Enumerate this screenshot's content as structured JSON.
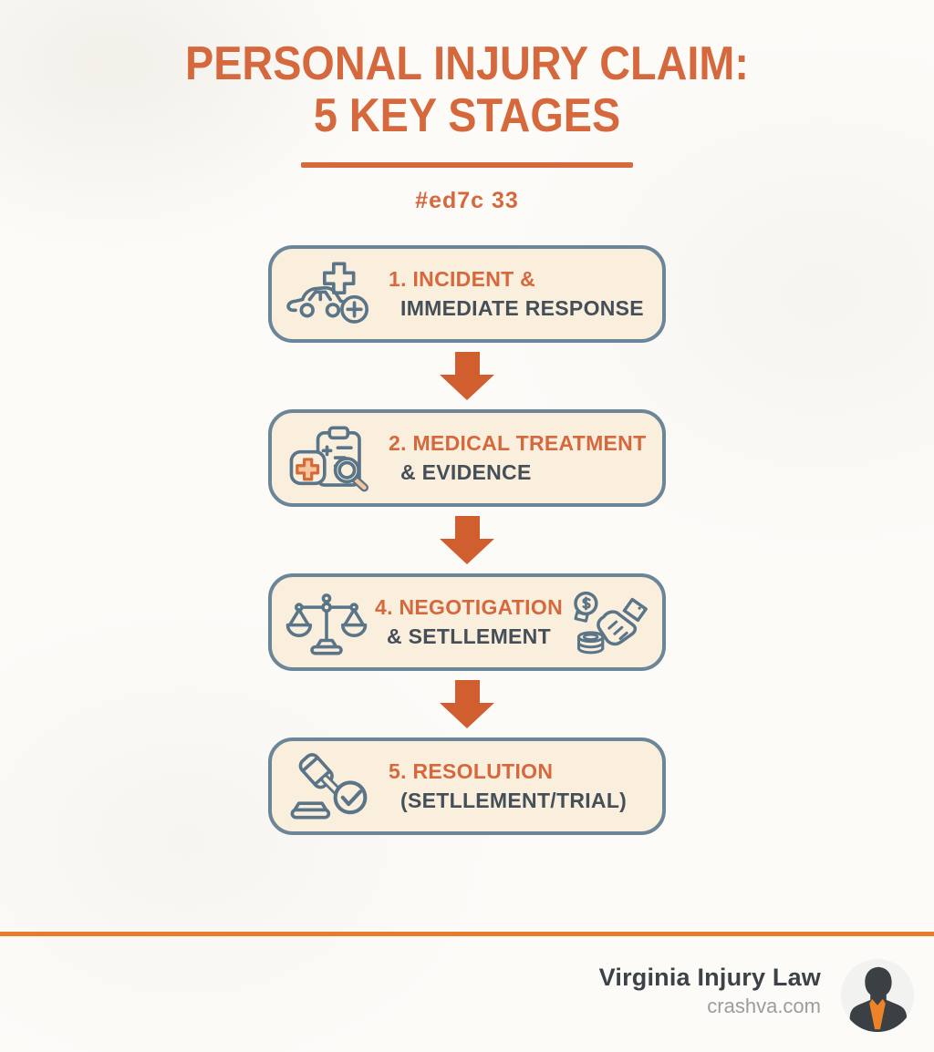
{
  "header": {
    "title_line1": "PERSONAL INJURY CLAIM:",
    "title_line2": "5 KEY STAGES",
    "accent_hex_label": "#ed7c 33"
  },
  "flow": {
    "connector_icon": "down-arrow-icon",
    "stages": [
      {
        "title_accent": "1. INCIDENT &",
        "title_rest": "IMMEDIATE RESPONSE",
        "icons": [
          "car-accident-medical-icon"
        ]
      },
      {
        "title_accent": "2. MEDICAL TREATMENT",
        "title_rest": "& EVIDENCE",
        "icons": [
          "medical-records-magnifier-icon"
        ]
      },
      {
        "title_accent": "4. NEGOTIGATION",
        "title_rest": "& SETLLEMENT",
        "icons": [
          "justice-scales-icon",
          "handshake-money-icon"
        ]
      },
      {
        "title_accent": "5. RESOLUTION",
        "title_rest": "(SETLLEMENT/TRIAL)",
        "icons": [
          "gavel-check-icon"
        ]
      }
    ]
  },
  "footer": {
    "brand_name": "Virginia Injury Law",
    "brand_url": "crashva.com",
    "avatar_icon": "lawyer-silhouette-avatar"
  },
  "colors": {
    "accent_orange": "#ed7c33",
    "title_orange": "#d5683c",
    "arrow_orange": "#d05e2e",
    "rule_orange": "#e87b2e",
    "box_fill": "#faeedd",
    "box_border": "#6b8599",
    "icon_slate": "#5a7488",
    "dark_text": "#454f58",
    "muted_gray": "#9c9c9c",
    "silhouette_dark": "#3b4045",
    "tie_orange": "#ee8229",
    "cross_peach": "#f6c59b",
    "orange_stroke": "#d4693a"
  }
}
